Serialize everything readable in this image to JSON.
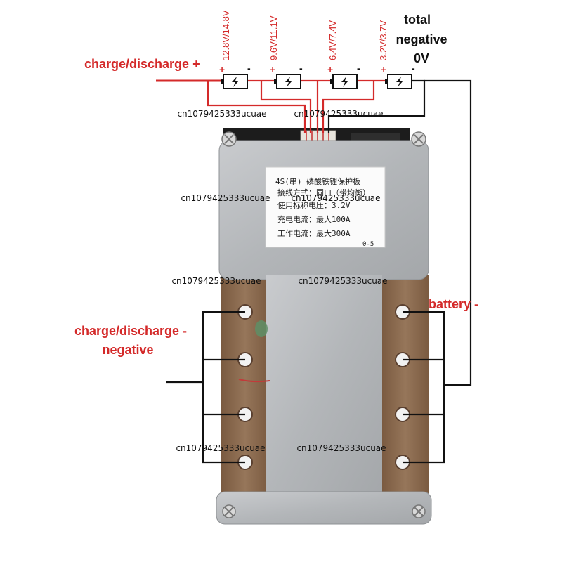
{
  "labels": {
    "charge_plus": "charge/discharge +",
    "total_negative": [
      "total",
      "negative",
      "0V"
    ],
    "charge_minus": [
      "charge/discharge -",
      "negative"
    ],
    "battery_minus": "battery -"
  },
  "cells": [
    {
      "voltage": "12.8V/14.8V",
      "plus": "+",
      "minus": "-"
    },
    {
      "voltage": "9.6V/11.1V",
      "plus": "+",
      "minus": "-"
    },
    {
      "voltage": "6.4V/7.4V",
      "plus": "+",
      "minus": "-"
    },
    {
      "voltage": "3.2V/3.7V",
      "plus": "+",
      "minus": "-"
    }
  ],
  "board_label": {
    "title": "4S(串) 磷酸铁锂保护板",
    "lines": [
      "接线方式：同口（带均衡）",
      "使用标称电压：3.2V",
      "充电电流：最大100A",
      "工作电流：最大300A"
    ],
    "code": "0-5"
  },
  "watermark": "cn1079425333ucuae",
  "colors": {
    "red": "#d42a2a",
    "black": "#111111",
    "metal": "#b9bcbf",
    "copper": "#8a6a4e"
  }
}
